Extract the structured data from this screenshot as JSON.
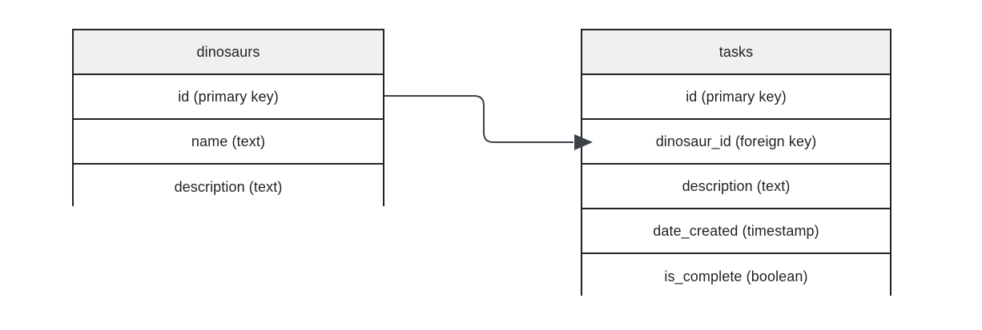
{
  "diagram": {
    "type": "entity-relationship-diagram",
    "background_color": "#ffffff",
    "border_color": "#232323",
    "header_fill_color": "#eff0f1",
    "text_color": "#232323",
    "connector_color": "#3b4149"
  },
  "entities": [
    {
      "name": "dinosaurs",
      "title": "dinosaurs",
      "fields": [
        {
          "label": "id (primary key)"
        },
        {
          "label": "name (text)"
        },
        {
          "label": "description (text)"
        }
      ]
    },
    {
      "name": "tasks",
      "title": "tasks",
      "fields": [
        {
          "label": "id (primary key)"
        },
        {
          "label": "dinosaur_id (foreign key)"
        },
        {
          "label": "description (text)"
        },
        {
          "label": "date_created (timestamp)"
        },
        {
          "label": "is_complete (boolean)"
        }
      ]
    }
  ],
  "relationships": [
    {
      "name": "dinosaurs-id-to-tasks-dinosaur-id",
      "from_entity": "dinosaurs",
      "from_field": "id (primary key)",
      "to_entity": "tasks",
      "to_field": "dinosaur_id (foreign key)",
      "arrow": "filled-triangle",
      "style": "orthogonal-rounded-elbow"
    }
  ]
}
